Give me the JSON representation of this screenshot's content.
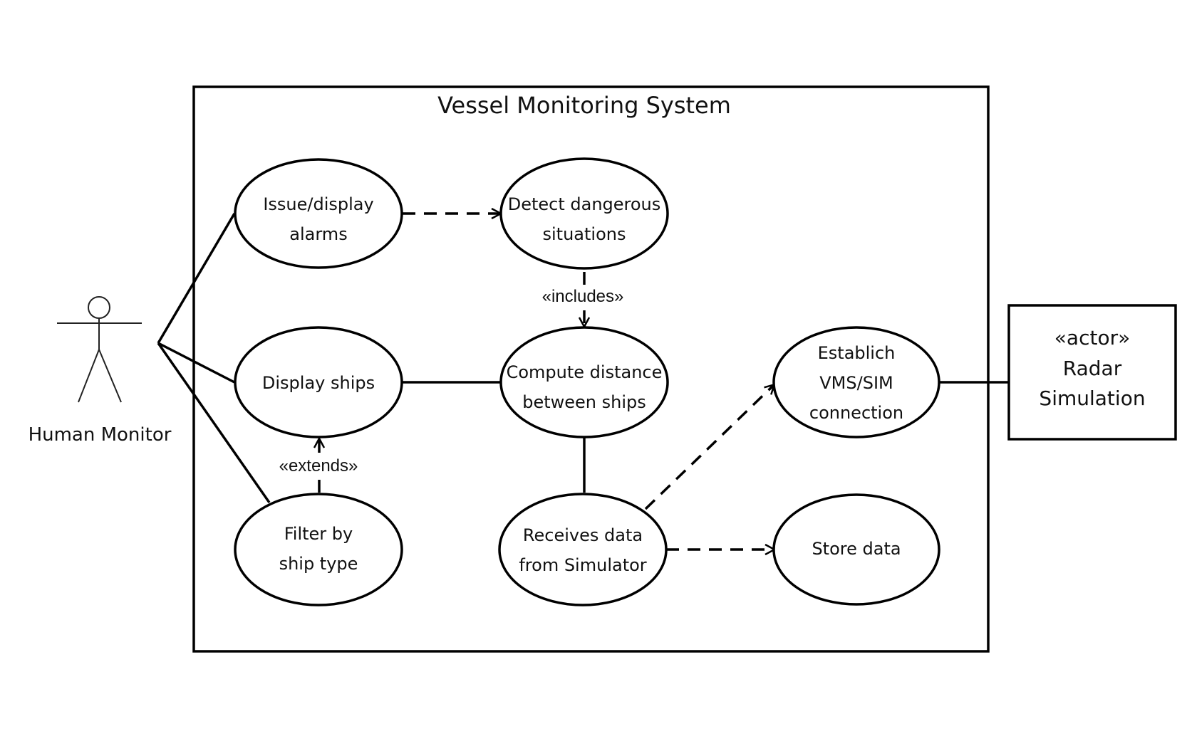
{
  "system": {
    "title": "Vessel Monitoring System"
  },
  "actors": {
    "human": {
      "label": "Human Monitor"
    },
    "radar": {
      "stereotype": "«actor»",
      "line1": "Radar",
      "line2": "Simulation"
    }
  },
  "use_cases": {
    "issue_alarms": {
      "line1": "Issue/display",
      "line2": "alarms"
    },
    "detect_danger": {
      "line1": "Detect dangerous",
      "line2": "situations"
    },
    "display_ships": {
      "line1": "Display ships"
    },
    "compute_dist": {
      "line1": "Compute distance",
      "line2": "between ships"
    },
    "establish_conn": {
      "line1": "Establich",
      "line2": "VMS/SIM",
      "line3": "connection"
    },
    "filter_type": {
      "line1": "Filter by",
      "line2": "ship type"
    },
    "receive_data": {
      "line1": "Receives data",
      "line2": "from Simulator"
    },
    "store_data": {
      "line1": "Store data"
    }
  },
  "relations": {
    "includes": "«includes»",
    "extends": "«extends»"
  }
}
